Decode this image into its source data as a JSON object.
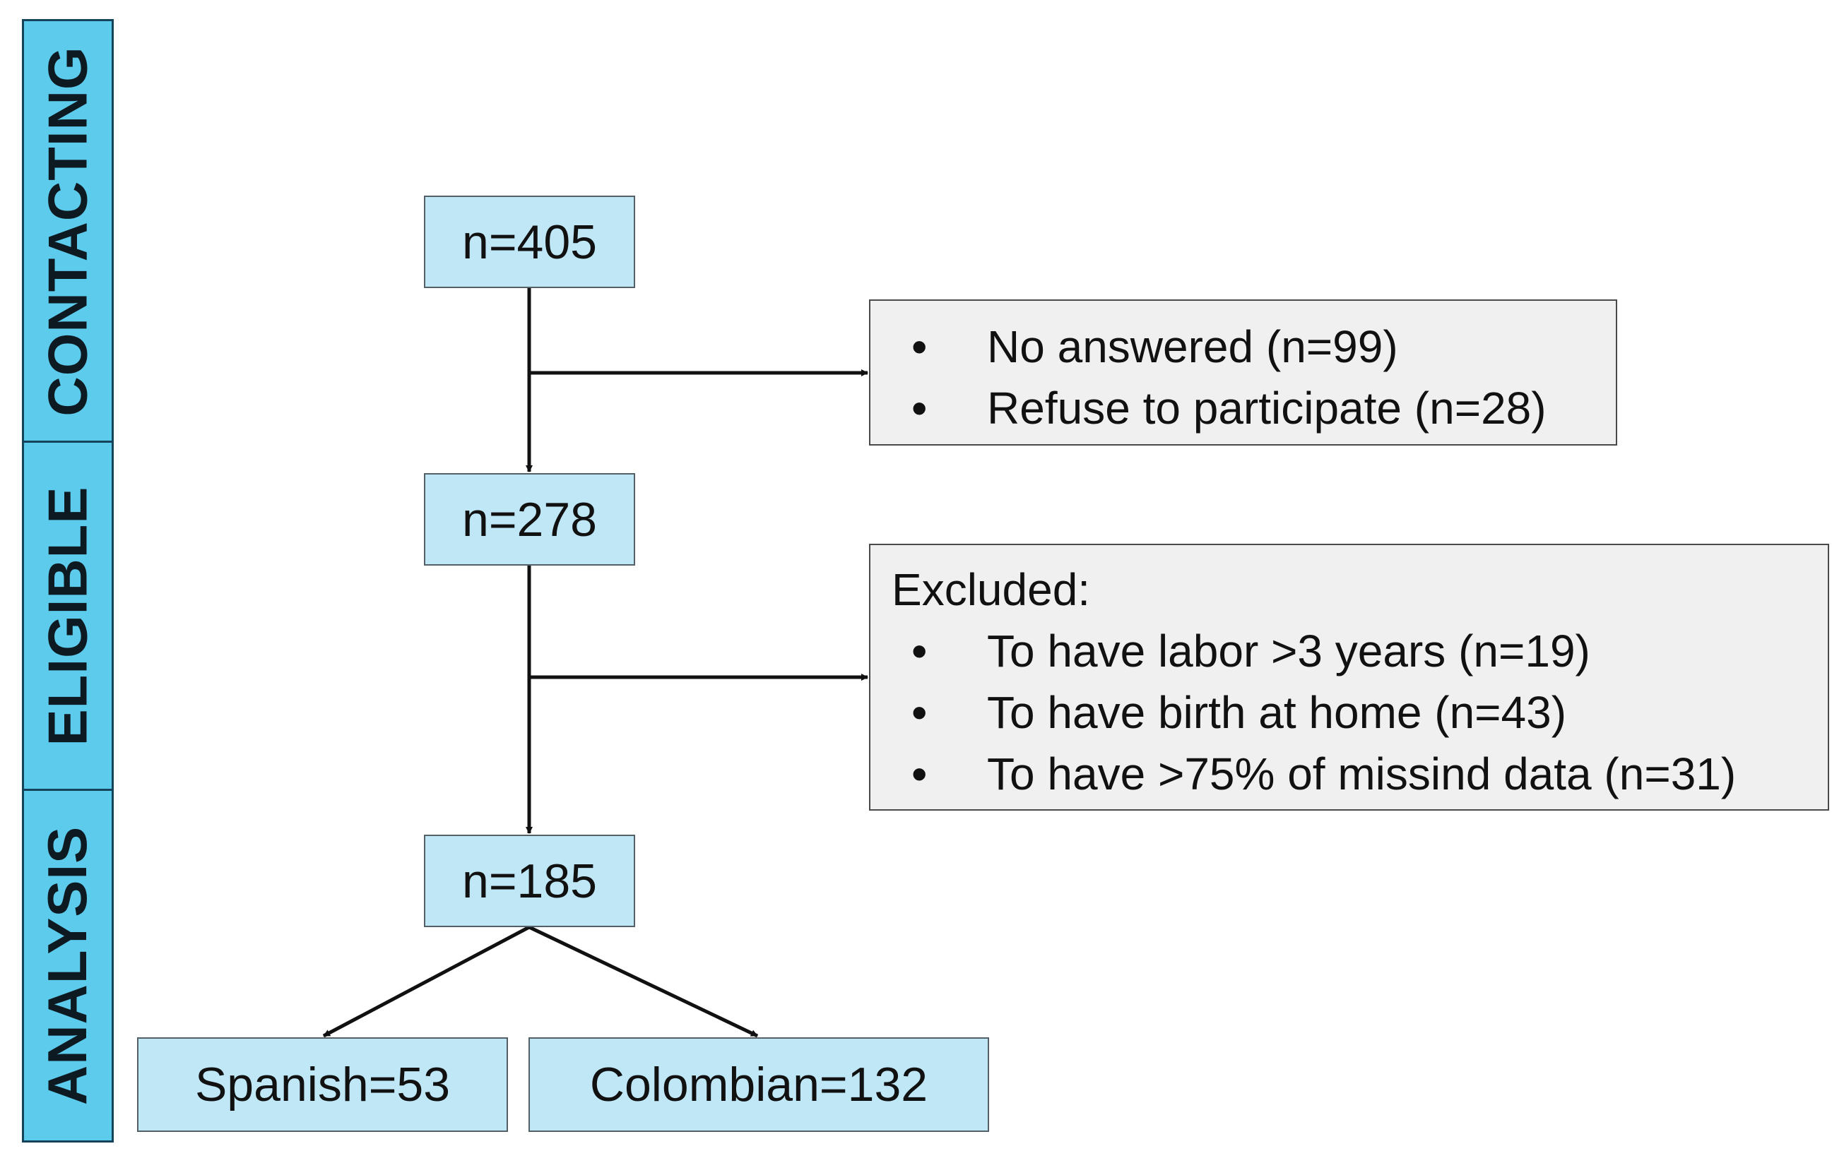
{
  "stages": {
    "contacting": "CONTACTING",
    "eligible": "ELIGIBLE",
    "analysis": "ANALYSIS"
  },
  "flow": {
    "contacted": "n=405",
    "eligible": "n=278",
    "analysis": "n=185",
    "spanish": "Spanish=53",
    "colombian": "Colombian=132"
  },
  "contact_exclusions": {
    "items": [
      "No answered (n=99)",
      "Refuse to participate (n=28)"
    ]
  },
  "eligibility_exclusions": {
    "heading": "Excluded:",
    "items": [
      "To have labor >3 years (n=19)",
      "To have birth at home (n=43)",
      "To have >75% of missind data (n=31)"
    ]
  },
  "colors": {
    "stage_fill": "#5ccbec",
    "stage_border": "#14435a",
    "count_box_fill": "#bfe7f6",
    "note_box_fill": "#f0f0f0",
    "connector": "#111111"
  }
}
